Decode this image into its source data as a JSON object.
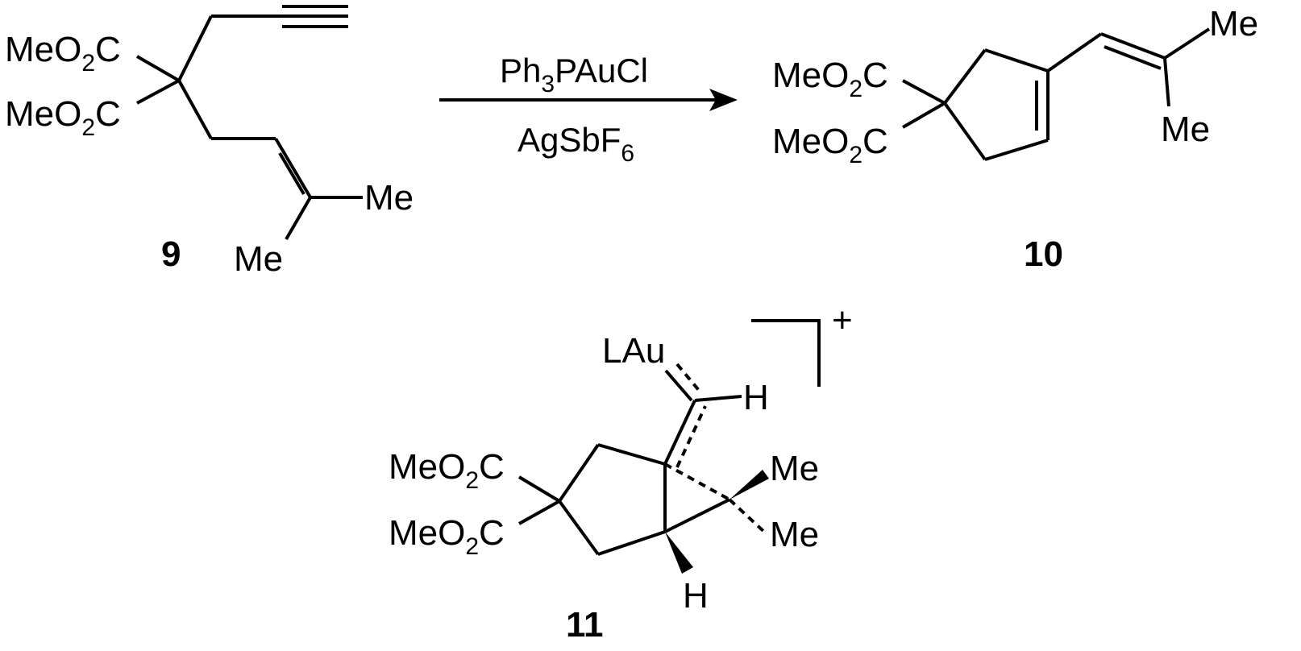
{
  "groups": {
    "me": "Me",
    "meo2c_pre": "MeO",
    "meo2c_sub": "2",
    "meo2c_post": "C",
    "h": "H",
    "lau": "LAu",
    "plus": "+"
  },
  "reagents": {
    "line1_pre": "Ph",
    "line1_sub": "3",
    "line1_post": "PAuCl",
    "line2_pre": "AgSbF",
    "line2_sub": "6"
  },
  "compounds": {
    "substrate": "9",
    "product": "10",
    "intermediate": "11"
  },
  "colors": {
    "ink": "#000000",
    "background": "#ffffff"
  }
}
